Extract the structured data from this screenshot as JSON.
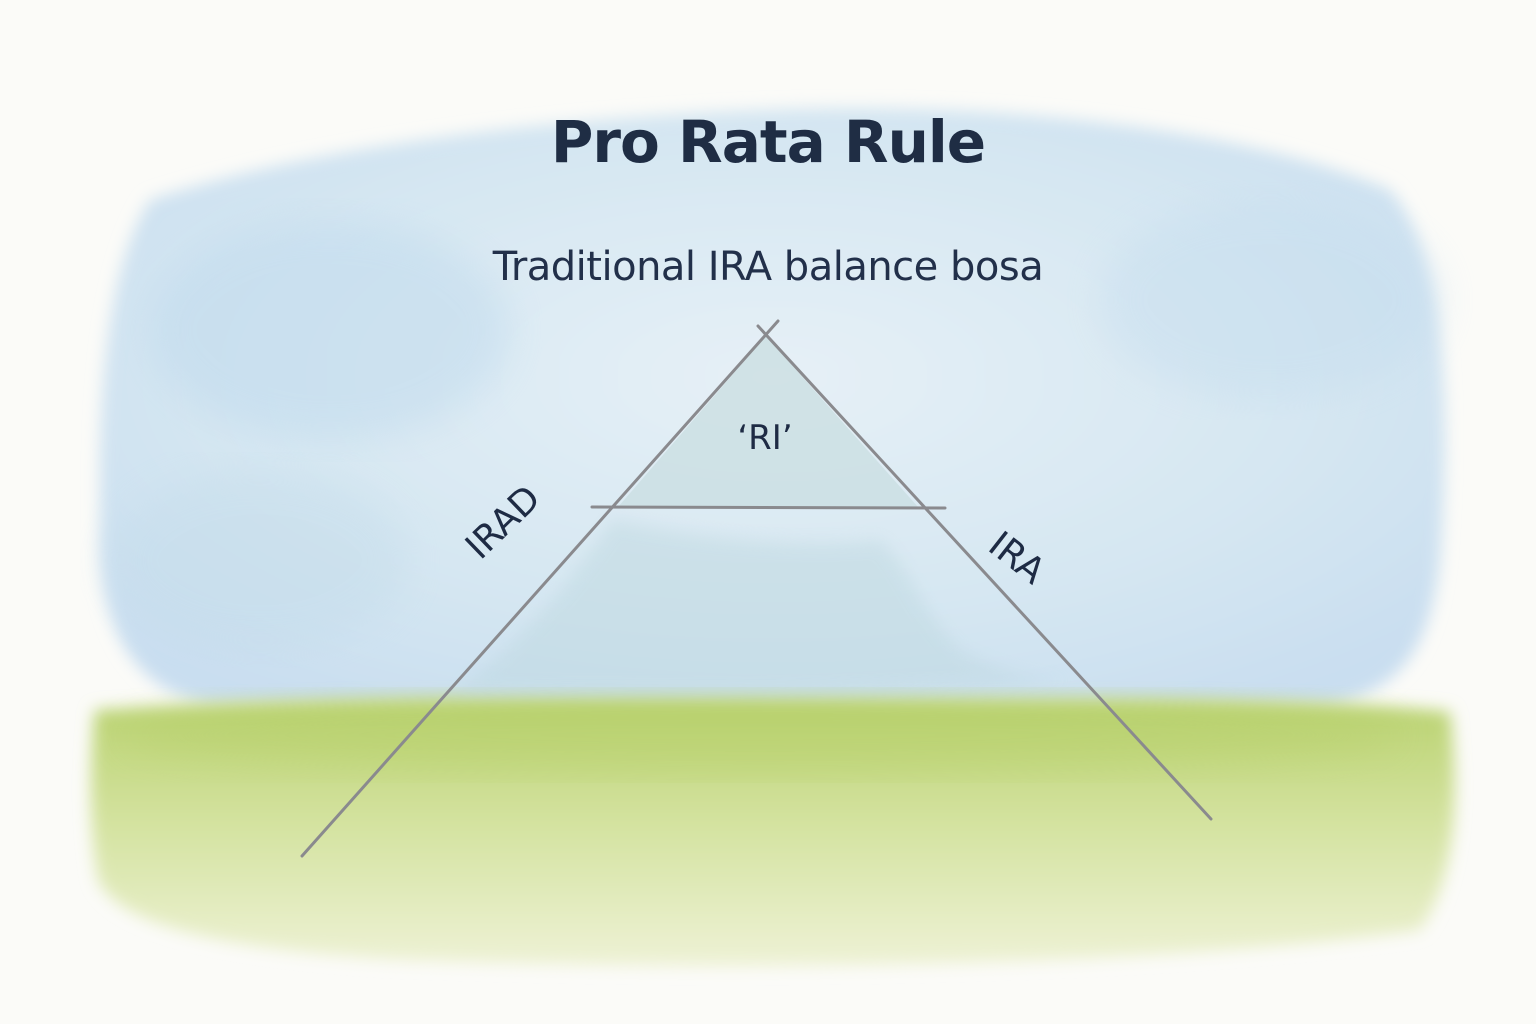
{
  "title": "Pro Rata Rule",
  "subtitle": "Traditional IRA balance bosa",
  "triangle": {
    "top_label": "‘RI’",
    "left_label": "IRAD",
    "right_label": "IRA"
  },
  "colors": {
    "sky": "#cfe3f1",
    "grass": "#c6d98a",
    "line": "#8a8a8e",
    "fill": "#bcd7de",
    "text": "#1f2d44"
  }
}
